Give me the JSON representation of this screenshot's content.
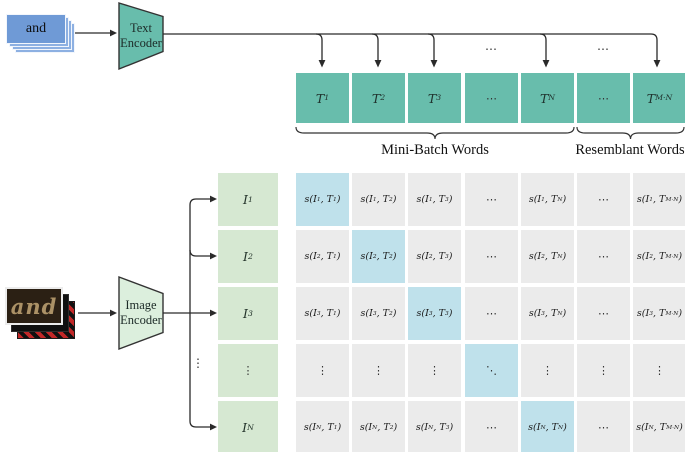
{
  "diagram": {
    "text_input": {
      "label": "and"
    },
    "text_encoder": {
      "label": "Text Encoder"
    },
    "image_input": {
      "label": "and"
    },
    "image_encoder": {
      "label": "Image Encoder"
    },
    "arrow_dots": "⋯",
    "branch_dots": "⋮",
    "text_embeddings": [
      "T_1",
      "T_2",
      "T_3",
      "⋯",
      "T_N",
      "⋯",
      "T_{M·N}"
    ],
    "image_embeddings": [
      "I_1",
      "I_2",
      "I_3",
      "⋮",
      "I_N"
    ],
    "braces": [
      {
        "label": "Mini-Batch Words"
      },
      {
        "label": "Resemblant Words"
      }
    ],
    "matrix": {
      "cells": [
        [
          "s(I_1, T_1)",
          "s(I_1, T_2)",
          "s(I_1, T_3)",
          "⋯",
          "s(I_1, T_N)",
          "⋯",
          "s(I_1, T_{M·N})"
        ],
        [
          "s(I_2, T_1)",
          "s(I_2, T_2)",
          "s(I_2, T_3)",
          "⋯",
          "s(I_2, T_N)",
          "⋯",
          "s(I_2, T_{M·N})"
        ],
        [
          "s(I_3, T_1)",
          "s(I_3, T_2)",
          "s(I_3, T_3)",
          "⋯",
          "s(I_3, T_N)",
          "⋯",
          "s(I_3, T_{M·N})"
        ],
        [
          "⋮",
          "⋮",
          "⋮",
          "⋱",
          "⋮",
          "⋮",
          "⋮"
        ],
        [
          "s(I_N, T_1)",
          "s(I_N, T_2)",
          "s(I_N, T_3)",
          "⋯",
          "s(I_N, T_N)",
          "⋯",
          "s(I_N, T_{M·N})"
        ]
      ],
      "highlight_diagonal": [
        [
          0,
          0
        ],
        [
          1,
          1
        ],
        [
          2,
          2
        ],
        [
          3,
          3
        ],
        [
          4,
          4
        ]
      ]
    },
    "colors": {
      "teal": "#68bdac",
      "pale_green": "#d6e8d2",
      "encoder_green": "#dcefdd",
      "cell_gray": "#ebebeb",
      "highlight_blue": "#bfe1eb",
      "card_blue": "#6f9ad6",
      "card_blue_back": "#8db0e2",
      "photo_brown": "#2b2014",
      "photo_text": "#ab9166",
      "line": "#2a2a2a"
    }
  }
}
